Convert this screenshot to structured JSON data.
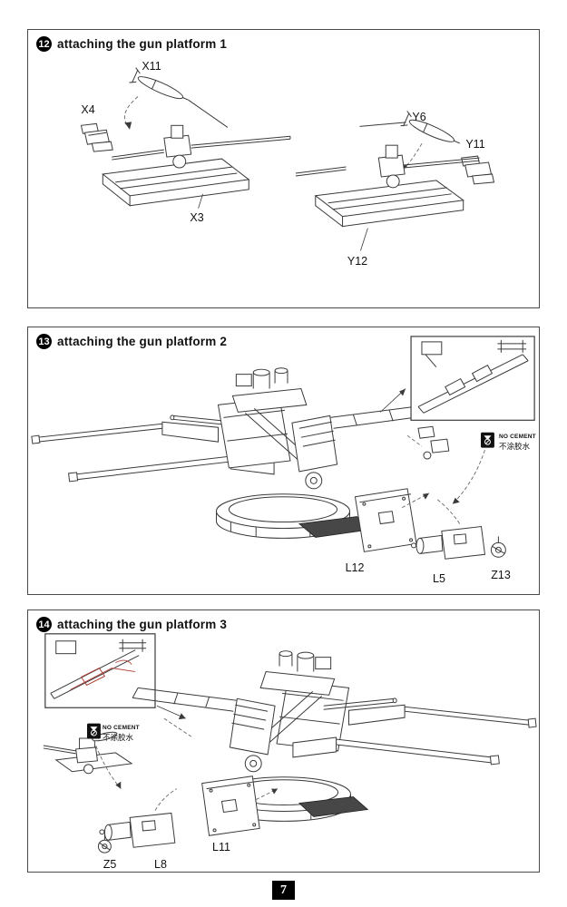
{
  "page": {
    "number": "7"
  },
  "no_cement": {
    "line1": "NO CEMENT",
    "line2": "不涂胶水"
  },
  "steps": [
    {
      "number": "12",
      "title": "attaching the gun platform 1",
      "parts": {
        "x11": "X11",
        "x4": "X4",
        "x3": "X3",
        "y6": "Y6",
        "y11": "Y11",
        "y12": "Y12"
      }
    },
    {
      "number": "13",
      "title": "attaching the gun platform 2",
      "parts": {
        "l12": "L12",
        "l5": "L5",
        "z13": "Z13"
      }
    },
    {
      "number": "14",
      "title": "attaching the gun platform 3",
      "parts": {
        "l11": "L11",
        "l8": "L8",
        "z5": "Z5"
      }
    }
  ]
}
